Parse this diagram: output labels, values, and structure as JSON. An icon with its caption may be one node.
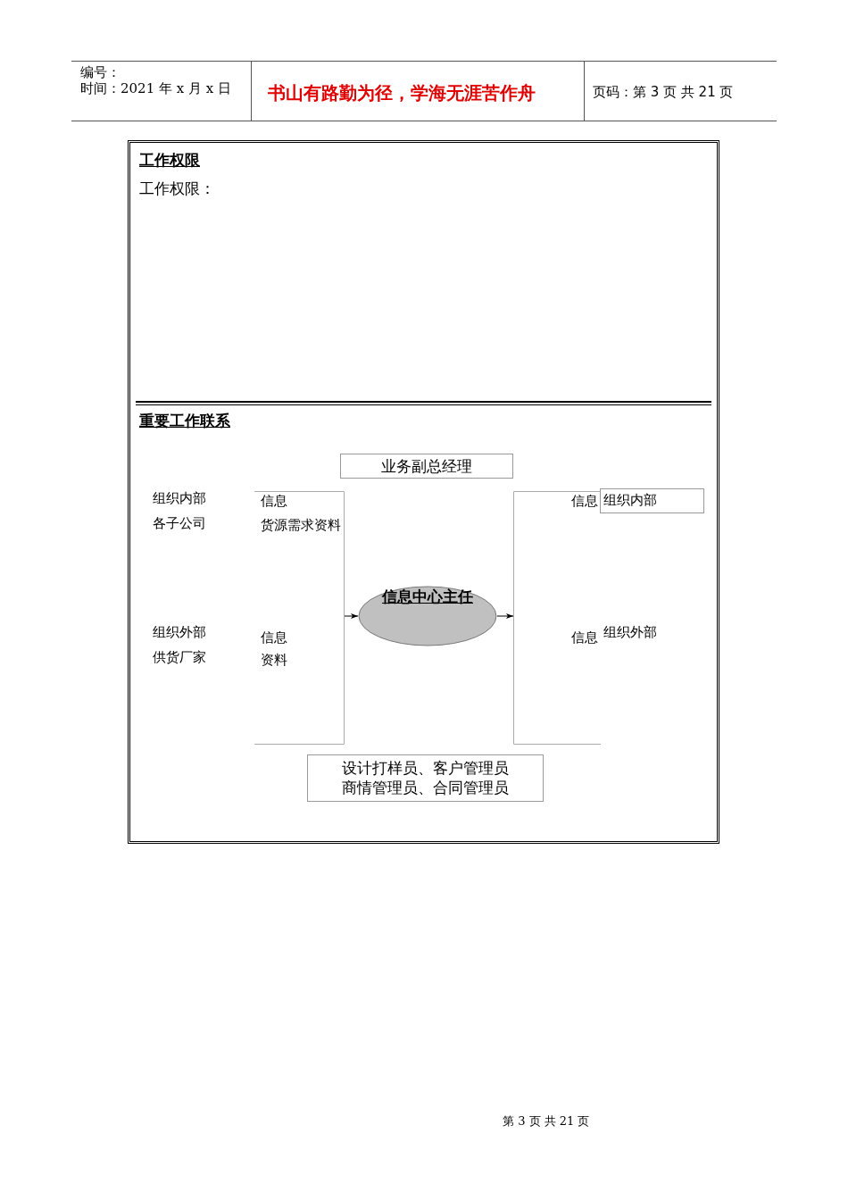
{
  "diagram": {
    "nodes": [
      {
        "text": [
          "业务副总经理"
        ]
      },
      {
        "text": [
          "信息中心主任"
        ]
      },
      {
        "text": [
          "设计打样员、客户管理员商情管理员、合同管理员"
        ]
      },
      {
        "text": [
          "组织内部"
        ],
        "beside": [
          "信息"
        ]
      },
      {
        "text": [],
        "shape": "bracket"
      },
      {
        "text": [],
        "shape": "bracket"
      }
    ],
    "edges": [
      {
        "from": 4,
        "to": 1,
        "arrow": "to"
      },
      {
        "from": 1,
        "to": 5,
        "arrow": "to"
      }
    ],
    "labels": [
      "编号：",
      "时间：2021 年 x 月 x 日",
      "书山有路勤为径，学海无涯苦作舟",
      "页码：第 3 页 共 21 页",
      "工作权限",
      "工作权限：",
      "重要工作联系",
      "组织内部",
      "各子公司",
      "信息",
      "货源需求资料",
      "组织外部",
      "供货厂家",
      "信息",
      "资料",
      "信息",
      "组织外部",
      "第 3 页 共 21 页"
    ]
  }
}
